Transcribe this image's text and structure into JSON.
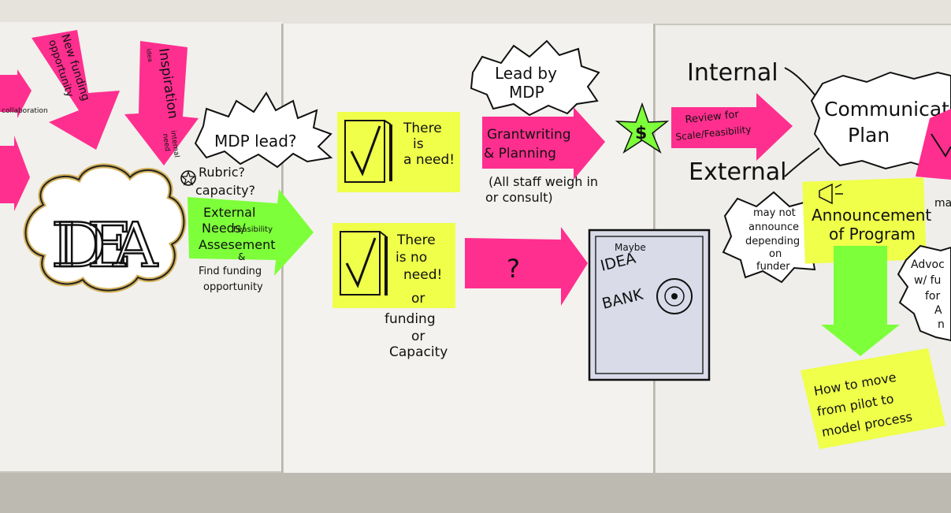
{
  "palette": {
    "wall": "#c9c6be",
    "paper": "#f1f0ec",
    "pink": "#ff2f8f",
    "green": "#7dff3a",
    "yellow": "#efff4a",
    "ink": "#111111",
    "bank": "#d9dbe9",
    "cloud_edge": "#d4b25a"
  },
  "texts": {
    "new_funding": "New funding",
    "opportunity": "opportunity",
    "idea_word": "idea",
    "inspiration": "Inspiration",
    "internal_need": "internal",
    "need_word": "need",
    "collaboration": "collaboration",
    "idea_cloud": "IDEA",
    "mdp_lead_q": "MDP lead?",
    "rubric": "Rubric?",
    "capacity_q": "capacity?",
    "external_needs_1": "External",
    "external_needs_2": "Needs/",
    "feasibility": "Feasibility",
    "assessment": "Assesement",
    "ampersand": "&",
    "find_funding_1": "Find funding",
    "find_funding_2": "opportunity",
    "need_yes_1": "There",
    "need_yes_2": "is",
    "need_yes_3": "a need!",
    "need_no_1": "There",
    "need_no_2": "is no",
    "need_no_3": "need!",
    "or_1": "or",
    "funding": "funding",
    "or_2": "or",
    "capacity": "Capacity",
    "lead_by_1": "Lead by",
    "lead_by_2": "MDP",
    "grantwriting_1": "Grantwriting",
    "grantwriting_2": "& Planning",
    "all_staff_1": "(All staff weigh in",
    "all_staff_2": "or consult)",
    "question_mark": "?",
    "dollar": "$",
    "maybe": "Maybe",
    "idea_bank_1": "IDEA",
    "idea_bank_2": "BANK",
    "review_1": "Review for",
    "review_2": "Scale/Feasibility",
    "internal": "Internal",
    "external": "External",
    "comm_1": "Communication",
    "comm_2": "Plan",
    "may_not_1": "may not",
    "may_not_2": "announce",
    "may_not_3": "depending",
    "may_not_4": "on",
    "may_not_5": "funder",
    "announce_1": "Announcement",
    "announce_2": "of Program",
    "how_to_1": "How to move",
    "how_to_2": "from pilot to",
    "how_to_3": "model process",
    "advoc_1": "Advoc",
    "advoc_2": "w/ fu",
    "advoc_3": "for",
    "advoc_4": "A",
    "advoc_5": "n",
    "ma_partial": "ma"
  }
}
